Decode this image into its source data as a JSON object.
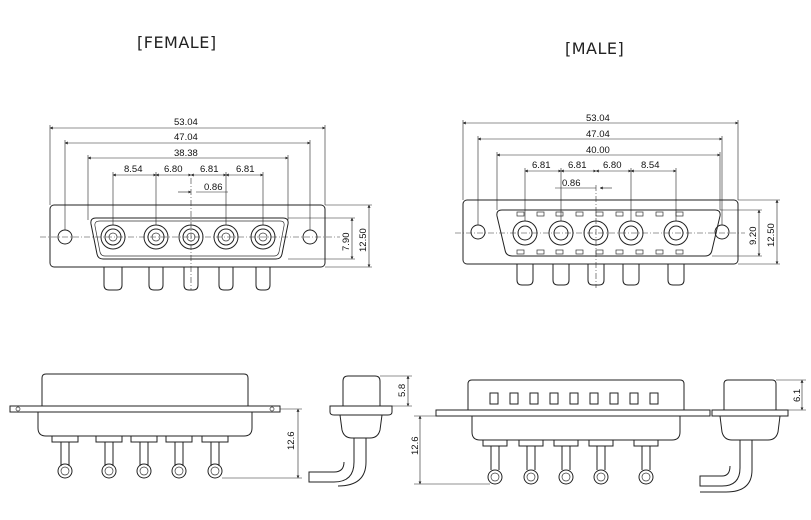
{
  "titles": {
    "female": "[FEMALE]",
    "male": "[MALE]"
  },
  "female": {
    "dims": [
      "53.04",
      "47.04",
      "38.38",
      "8.54",
      "6.80",
      "6.81",
      "6.81",
      "0.86",
      "7.90",
      "12.50"
    ]
  },
  "male": {
    "dims": [
      "53.04",
      "47.04",
      "40.00",
      "6.81",
      "6.81",
      "6.80",
      "8.54",
      "0.86",
      "9.20",
      "12.50"
    ]
  },
  "side_views": {
    "female_front_height": "12.6",
    "female_side_height": "5.8",
    "male_front_height": "12.6",
    "male_side_height": "6.1"
  }
}
